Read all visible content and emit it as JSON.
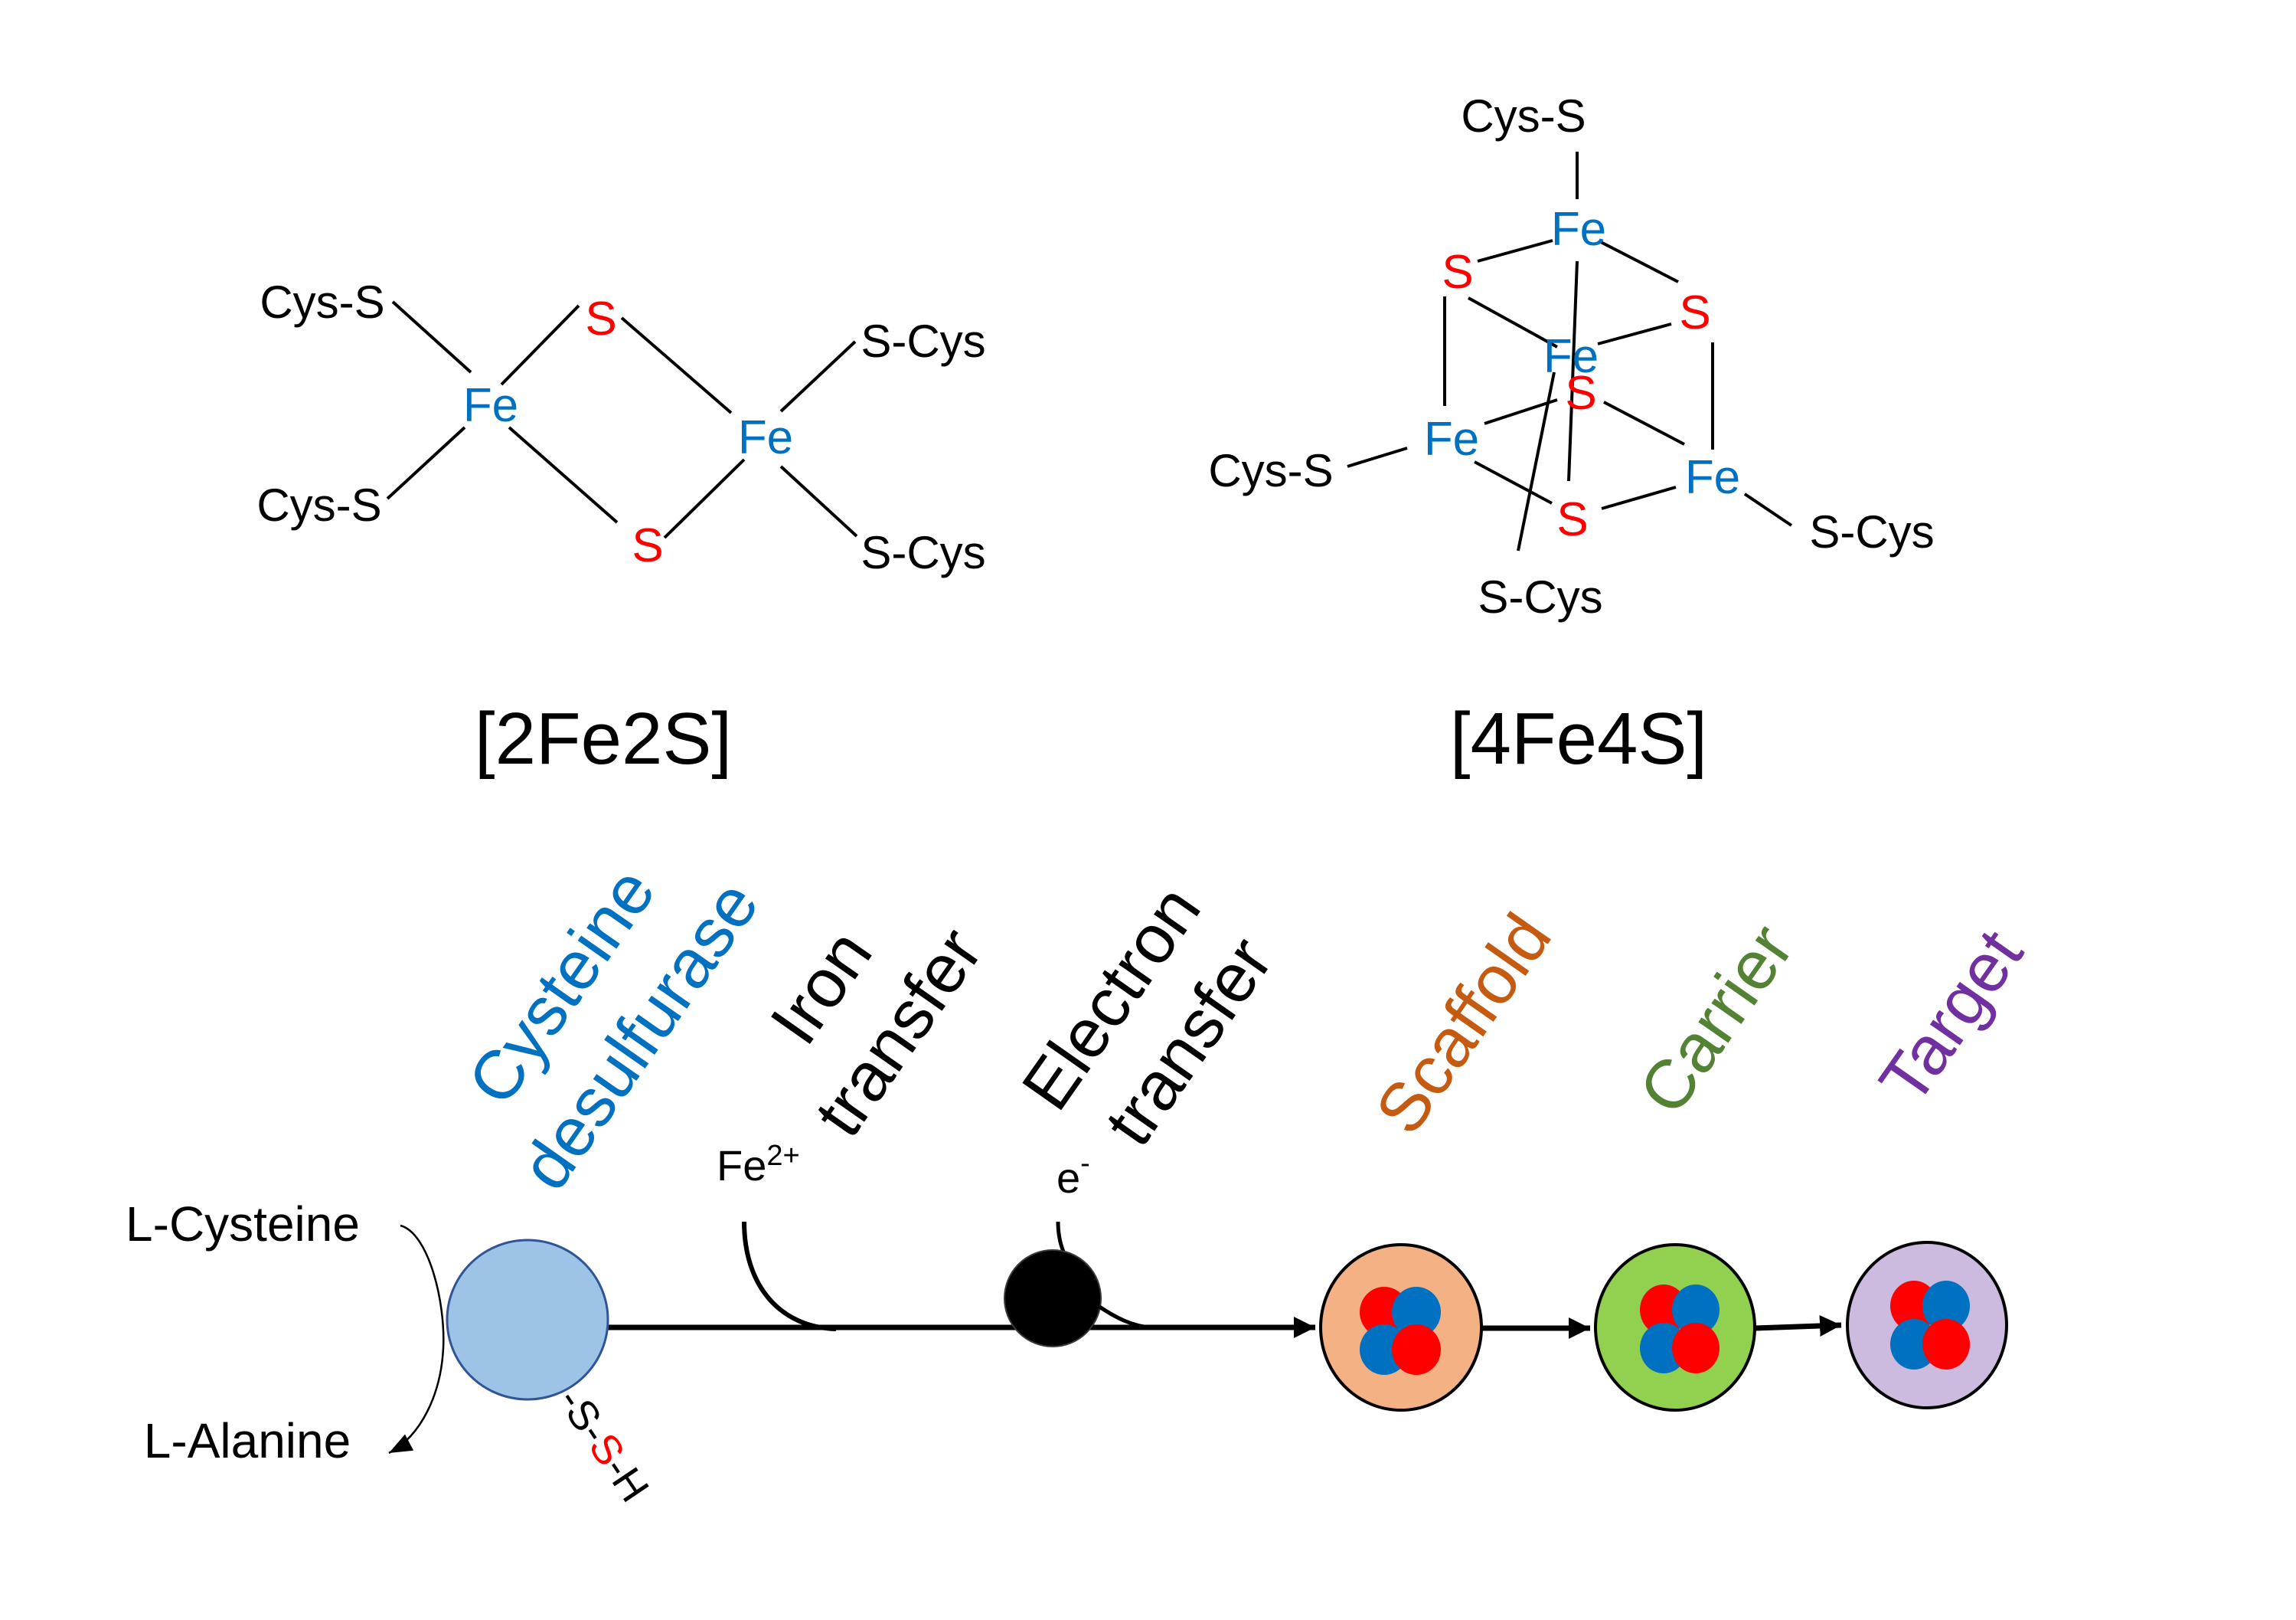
{
  "colors": {
    "iron": "#0070C0",
    "sulfur": "#FF0000",
    "text": "#000000",
    "cysteine_desulfurase": "#0070C0",
    "scaffold": "#C55A11",
    "carrier": "#548235",
    "target": "#7030A0",
    "desulfurase_fill": "#9DC3E6",
    "desulfurase_stroke": "#2F5597",
    "electron_donor_fill": "#000000",
    "scaffold_fill": "#F4B183",
    "carrier_fill": "#92D050",
    "target_fill": "#CDBADF",
    "cluster_red": "#FF0000",
    "cluster_blue": "#0070C0"
  },
  "cluster_2fe2s": {
    "title": "[2Fe2S]",
    "atoms": {
      "fe_left": "Fe",
      "fe_right": "Fe",
      "s_top": "S",
      "s_bottom": "S"
    },
    "ligands": {
      "top_left": "Cys-S",
      "bottom_left": "Cys-S",
      "top_right": "S-Cys",
      "bottom_right": "S-Cys"
    }
  },
  "cluster_4fe4s": {
    "title": "[4Fe4S]",
    "atoms": {
      "fe_top": "Fe",
      "fe_middle": "Fe",
      "fe_left": "Fe",
      "fe_right": "Fe",
      "s_top_left": "S",
      "s_right": "S",
      "s_middle": "S",
      "s_bottom": "S"
    },
    "ligands": {
      "top": "Cys-S",
      "left": "Cys-S",
      "right": "S-Cys",
      "bottom": "S-Cys"
    }
  },
  "pathway": {
    "substrate": "L-Cysteine",
    "product": "L-Alanine",
    "persulfide": {
      "part1": "-S-",
      "part2": "S",
      "part3": "-H"
    },
    "iron_source": {
      "base": "Fe",
      "charge": "2+"
    },
    "electron_source": {
      "base": "e",
      "charge": "-"
    },
    "steps": [
      {
        "id": "cysteine-desulfurase",
        "line1": "Cysteine",
        "line2": "desulfurase"
      },
      {
        "id": "iron-transfer",
        "line1": "Iron",
        "line2": "transfer"
      },
      {
        "id": "electron-transfer",
        "line1": "Electron",
        "line2": "transfer"
      },
      {
        "id": "scaffold",
        "line1": "Scaffold"
      },
      {
        "id": "carrier",
        "line1": "Carrier"
      },
      {
        "id": "target",
        "line1": "Target"
      }
    ]
  }
}
